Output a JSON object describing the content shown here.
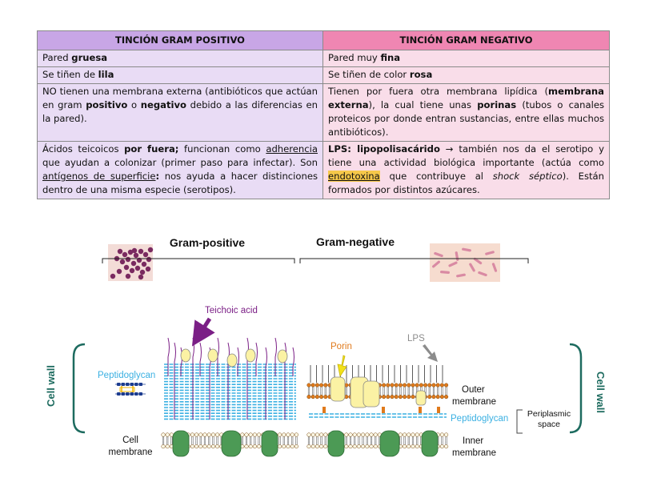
{
  "table": {
    "headers": {
      "positive": "TINCIÓN GRAM POSITIVO",
      "negative": "TINCIÓN GRAM NEGATIVO"
    },
    "rows": [
      {
        "positive": [
          {
            "t": "Pared "
          },
          {
            "t": "gruesa",
            "b": true
          }
        ],
        "negative": [
          {
            "t": "Pared muy "
          },
          {
            "t": "fina",
            "b": true
          }
        ]
      },
      {
        "positive": [
          {
            "t": "Se tiñen de "
          },
          {
            "t": "lila",
            "b": true
          }
        ],
        "negative": [
          {
            "t": "Se tiñen de color "
          },
          {
            "t": "rosa",
            "b": true
          }
        ]
      },
      {
        "positive": [
          {
            "t": "NO tienen una membrana externa (antibióticos que actúan en gram "
          },
          {
            "t": "positivo",
            "b": true
          },
          {
            "t": " o "
          },
          {
            "t": "negativo",
            "b": true
          },
          {
            "t": " debido a las diferencias en la pared)."
          }
        ],
        "negative": [
          {
            "t": "Tienen por fuera otra membrana lipídica ("
          },
          {
            "t": "membrana externa",
            "b": true
          },
          {
            "t": "), la cual tiene unas "
          },
          {
            "t": "porinas",
            "b": true
          },
          {
            "t": " (tubos o canales proteicos por donde entran sustancias, entre ellas muchos antibióticos)."
          }
        ]
      },
      {
        "positive": [
          {
            "t": "Ácidos teicoicos "
          },
          {
            "t": "por fuera;",
            "b": true
          },
          {
            "t": " funcionan como "
          },
          {
            "t": "adherencia",
            "u": true
          },
          {
            "t": " que ayudan a colonizar (primer paso para infectar). Son "
          },
          {
            "t": "antígenos de superficie",
            "u": true
          },
          {
            "t": ":",
            "b": true
          },
          {
            "t": " nos ayuda a hacer distinciones dentro de una misma especie (serotipos)."
          }
        ],
        "negative": [
          {
            "t": "LPS: lipopolisacárido",
            "b": true
          },
          {
            "t": " → también nos da el serotipo y tiene una actividad biológica importante (actúa como "
          },
          {
            "t": "endotoxina",
            "hl": true
          },
          {
            "t": " que contribuye al "
          },
          {
            "t": "shock séptico",
            "i": true
          },
          {
            "t": "). Están formados por distintos azúcares."
          }
        ]
      }
    ]
  },
  "diagram": {
    "gram_positive_title": "Gram-positive",
    "gram_negative_title": "Gram-negative",
    "teichoic_acid": "Teichoic acid",
    "porin": "Porin",
    "lps": "LPS",
    "peptidoglycan_left": "Peptidoglycan",
    "peptidoglycan_right": "Peptidoglycan",
    "cell_wall_left": "Cell wall",
    "cell_wall_right": "Cell wall",
    "cell_membrane_line1": "Cell",
    "cell_membrane_line2": "membrane",
    "outer_membrane_line1": "Outer",
    "outer_membrane_line2": "membrane",
    "inner_membrane_line1": "Inner",
    "inner_membrane_line2": "membrane",
    "periplasmic_line1": "Periplasmic",
    "periplasmic_line2": "space"
  },
  "colors": {
    "teal": "#1d6b5f",
    "purple": "#7b1f86",
    "peptidoglycan_blue": "#3ab0e2",
    "protein_green": "#4c9a55",
    "lipid_head_orange": "#e07a1c",
    "porin_yellow": "#fbf2a4",
    "arrow_yellow": "#f2e11a",
    "lps_grey": "#8c8c8c",
    "gram_pos_stain": "#7a2a60",
    "gram_neg_stain": "#d98aa3"
  }
}
